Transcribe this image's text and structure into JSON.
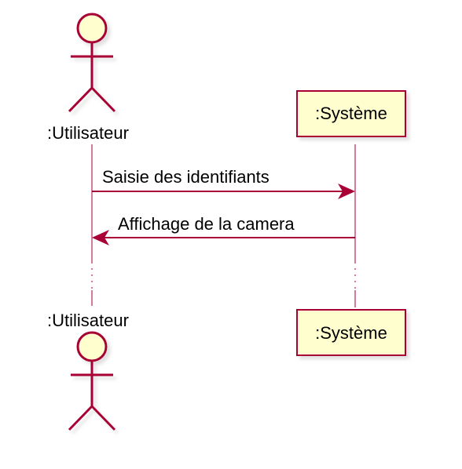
{
  "diagram": {
    "actor": {
      "name": ":Utilisateur",
      "icon": "stick-figure-actor-icon"
    },
    "participant": {
      "name": ":Système"
    },
    "messages": [
      {
        "label": "Saisie des identifiants",
        "direction": "actor-to-participant"
      },
      {
        "label": "Affichage de la camera",
        "direction": "participant-to-actor"
      }
    ],
    "colors": {
      "line": "#A80036",
      "fill": "#FEFECE",
      "lifeline": "#D67A9E",
      "shadow": "#C9C9C9"
    }
  }
}
